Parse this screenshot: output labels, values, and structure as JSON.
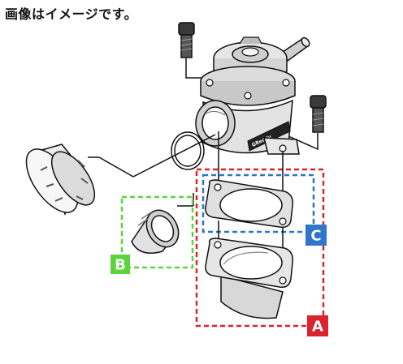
{
  "caption": "画像はイメージです。",
  "brand_label": "GReddy",
  "labels": {
    "a": "A",
    "b": "B",
    "c": "C"
  },
  "colors": {
    "group_a": "#d9232d",
    "group_b": "#5ad43c",
    "group_c": "#2f75c8",
    "line": "#111111",
    "shade": "#d9d9d9",
    "dark": "#3a3a3a"
  }
}
